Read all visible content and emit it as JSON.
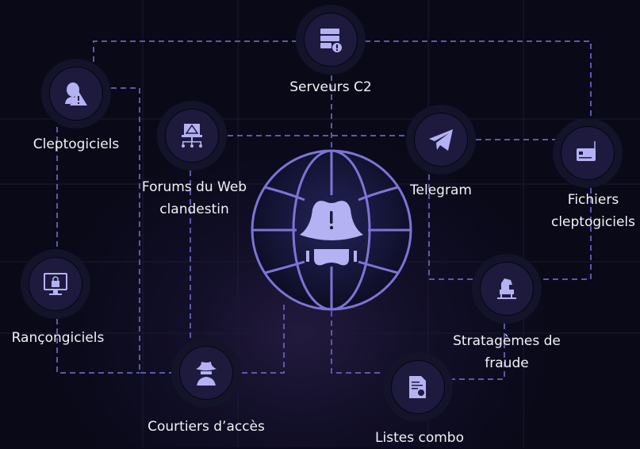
{
  "colors": {
    "background": "#090918",
    "line": "#5b59aa",
    "icon": "#b4b2f2",
    "globe": "#7d74d6"
  },
  "center": {
    "icon": "globe-spy-icon"
  },
  "nodes": [
    {
      "id": "c2",
      "label": "Serveurs C2",
      "icon": "server-alert-icon"
    },
    {
      "id": "clepto",
      "label": "Cleptogiciels",
      "icon": "user-warning-icon"
    },
    {
      "id": "forums",
      "label": "Forums du Web clandestin",
      "line1": "Forums du Web",
      "line2": "clandestin",
      "icon": "network-warning-icon"
    },
    {
      "id": "telegram",
      "label": "Telegram",
      "icon": "telegram-icon"
    },
    {
      "id": "fichiers",
      "label": "Fichiers cleptogiciels",
      "line1": "Fichiers",
      "line2": "cleptogiciels",
      "icon": "card-hook-icon"
    },
    {
      "id": "rancon",
      "label": "Rançongiciels",
      "icon": "monitor-lock-icon"
    },
    {
      "id": "fraude",
      "label": "Stratagèmes de fraude",
      "line1": "Stratagèmes de",
      "line2": "fraude",
      "icon": "trojan-horse-icon"
    },
    {
      "id": "courtiers",
      "label": "Courtiers d’accès",
      "icon": "spy-icon"
    },
    {
      "id": "combo",
      "label": "Listes combo",
      "icon": "document-bug-icon"
    }
  ]
}
